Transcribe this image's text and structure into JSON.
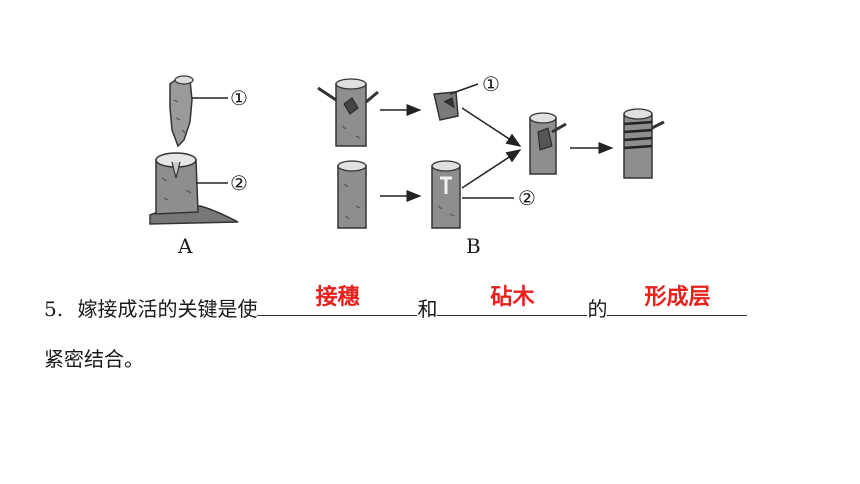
{
  "figure": {
    "part_a": {
      "label": "A",
      "markers": [
        "①",
        "②"
      ]
    },
    "part_b": {
      "label": "B",
      "markers": [
        "①",
        "②"
      ]
    }
  },
  "question": {
    "number": "5.",
    "text_before": "嫁接成活的关键是使",
    "answer1": "接穗",
    "connector1": "和",
    "answer2": "砧木",
    "connector2": "的",
    "answer3": "形成层",
    "text_after": "紧密结合。"
  },
  "colors": {
    "answer": "#e8201c",
    "ink": "#1a1a1a"
  }
}
